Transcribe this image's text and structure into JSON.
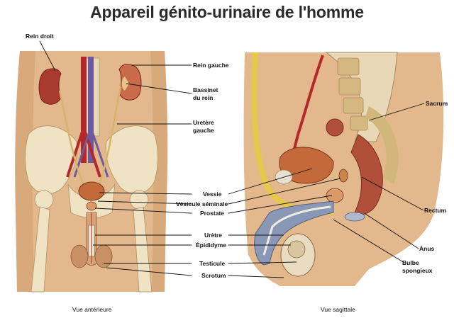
{
  "title": "Appareil génito-urinaire de l'homme",
  "labels": {
    "rein_droit": "Rein droit",
    "rein_gauche": "Rein gauche",
    "bassinet": "Bassinet",
    "du_rein": "du rein",
    "uretere": "Uretère",
    "gauche": "gauche",
    "vessie": "Vessie",
    "vesicule": "Vésicule séminale",
    "prostate": "Prostate",
    "uretre": "Urètre",
    "epididyme": "Épididyme",
    "testicule": "Testicule",
    "scrotum": "Scrotum",
    "sacrum": "Sacrum",
    "rectum": "Rectum",
    "anus": "Anus",
    "bulbe": "Bulbe",
    "spongieux": "spongieux"
  },
  "captions": {
    "anterior": "Vue antérieure",
    "sagittal": "Vue sagittale"
  }
}
